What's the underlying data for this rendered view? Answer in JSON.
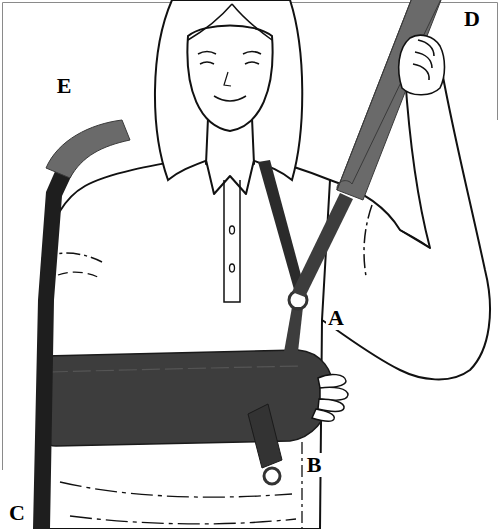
{
  "diagram": {
    "labels": [
      "D",
      "E",
      "A",
      "B",
      "C"
    ]
  }
}
